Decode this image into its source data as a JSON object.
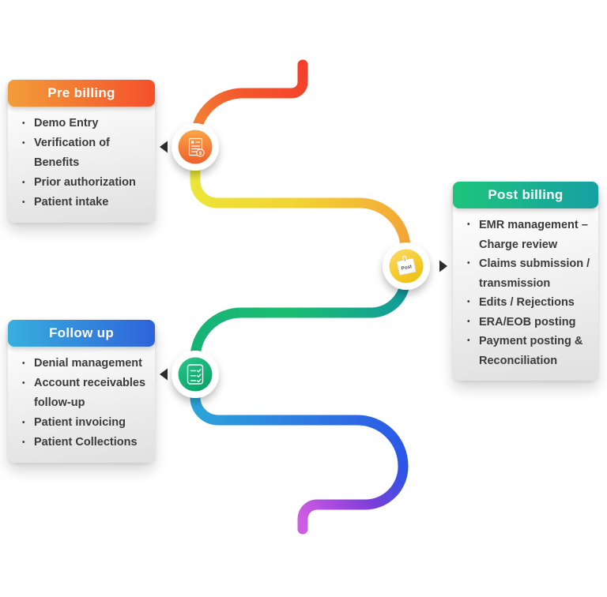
{
  "cards": [
    {
      "title": "Pre billing",
      "header_gradient": [
        "#f29d39",
        "#f4502c"
      ],
      "items": [
        "Demo Entry",
        "Verification of Benefits",
        "Prior authorization",
        "Patient intake"
      ]
    },
    {
      "title": "Post billing",
      "header_gradient": [
        "#1dc47b",
        "#17a0a2"
      ],
      "items": [
        "EMR management – Charge review",
        "Claims submission / transmission",
        "Edits / Rejections",
        "ERA/EOB posting",
        "Payment posting & Reconciliation"
      ]
    },
    {
      "title": "Follow up",
      "header_gradient": [
        "#38afdd",
        "#2e63da"
      ],
      "items": [
        "Denial management",
        "Account receivables follow-up",
        "Patient invoicing",
        "Patient Collections"
      ]
    }
  ],
  "nodes": [
    {
      "name": "pre-billing-node",
      "icon": "invoice-icon",
      "icon_glyph": "$",
      "colors": [
        "#f9a648",
        "#ef5f2b"
      ]
    },
    {
      "name": "post-billing-node",
      "icon": "post-note-icon",
      "icon_label": "Post",
      "colors": [
        "#fbd85c",
        "#eec00e"
      ]
    },
    {
      "name": "follow-up-node",
      "icon": "checklist-icon",
      "colors": [
        "#27c28a",
        "#0aa468"
      ]
    }
  ],
  "flow": {
    "stroke_width": 13,
    "segment_colors": {
      "start_red": "#f43f2b",
      "orange_at_node1": "#f28a36",
      "yellow": "#f5e61e",
      "orange_at_node2": "#f3a437",
      "teal_at_node2": "#12999c",
      "green_at_node3": "#1ec277",
      "blue_light": "#35b1dc",
      "blue": "#2d5ce8",
      "purple": "#7e3ed8",
      "end_orchid": "#cd5de3"
    }
  },
  "arrow_color": "#2d2d2d"
}
